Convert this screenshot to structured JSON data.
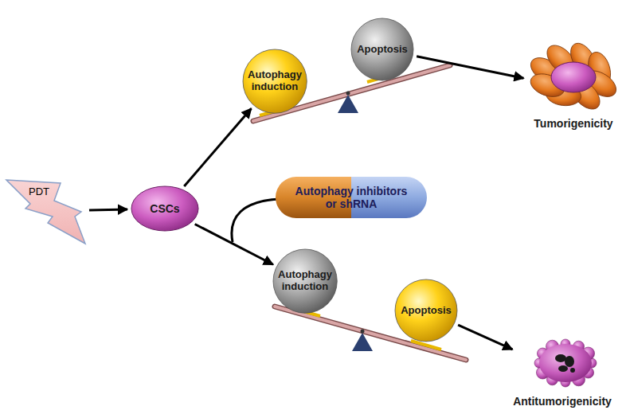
{
  "diagram": {
    "nodes": [
      {
        "text": [
          "PDT"
        ]
      },
      {
        "text": [
          "CSCs"
        ]
      },
      {
        "text": [
          "Autophagy induction"
        ]
      },
      {
        "text": [
          "Apoptosis"
        ]
      },
      {
        "text": [
          "Autophagy inhibitors or shRNA"
        ]
      },
      {
        "text": [
          "Autophagy induction"
        ]
      },
      {
        "text": [
          "Apoptosis"
        ]
      },
      {
        "text": [
          "Tumorigenicity"
        ]
      },
      {
        "text": [
          "Antitumorigenicity"
        ]
      }
    ],
    "edges": [
      {
        "from": 0,
        "to": 1,
        "arrow": "to"
      },
      {
        "from": 1,
        "to": 2,
        "arrow": "to"
      },
      {
        "from": 1,
        "to": 5,
        "arrow": "to"
      },
      {
        "from": 3,
        "to": 7,
        "arrow": "to"
      },
      {
        "from": 6,
        "to": 8,
        "arrow": "to"
      }
    ]
  }
}
